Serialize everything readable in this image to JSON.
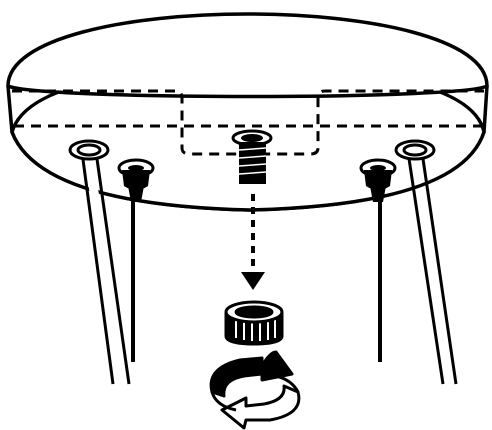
{
  "diagram": {
    "kind": "assembly-instruction",
    "line_color": "#000000",
    "fill_color": "#ffffff",
    "parts": [
      "canopy-plate",
      "hidden-cavity",
      "threaded-nipple",
      "cable-left",
      "cable-right",
      "suspension-wire-left",
      "suspension-wire-right",
      "lock-nut"
    ],
    "action": "screw-on-rotate-icon"
  }
}
